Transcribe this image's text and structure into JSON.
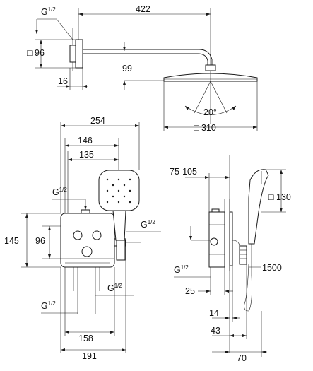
{
  "diagram": {
    "top_view": {
      "thread_left": "G",
      "thread_left_exp": "1/2",
      "arm_length": "422",
      "flange_square": "□ 96",
      "flange_depth": "16",
      "drop_height": "99",
      "spray_angle": "20°",
      "head_square": "□ 310"
    },
    "front_view": {
      "box_width": "254",
      "dist_146": "146",
      "dist_135": "135",
      "thread_top": "G",
      "thread_top_exp": "1/2",
      "thread_right": "G",
      "thread_right_exp": "1/2",
      "height_145": "145",
      "height_96": "96",
      "thread_bottom_left": "G",
      "thread_bottom_left_exp": "1/2",
      "thread_bottom_right": "G",
      "thread_bottom_right_exp": "1/2",
      "width_158": "□ 158",
      "width_191": "191"
    },
    "side_view": {
      "depth_range": "75-105",
      "hand_square": "□ 130",
      "thread": "G",
      "thread_exp": "1/2",
      "hose_length": "1500",
      "depth_25": "25",
      "depth_14": "14",
      "depth_43": "43",
      "depth_70": "70"
    }
  }
}
